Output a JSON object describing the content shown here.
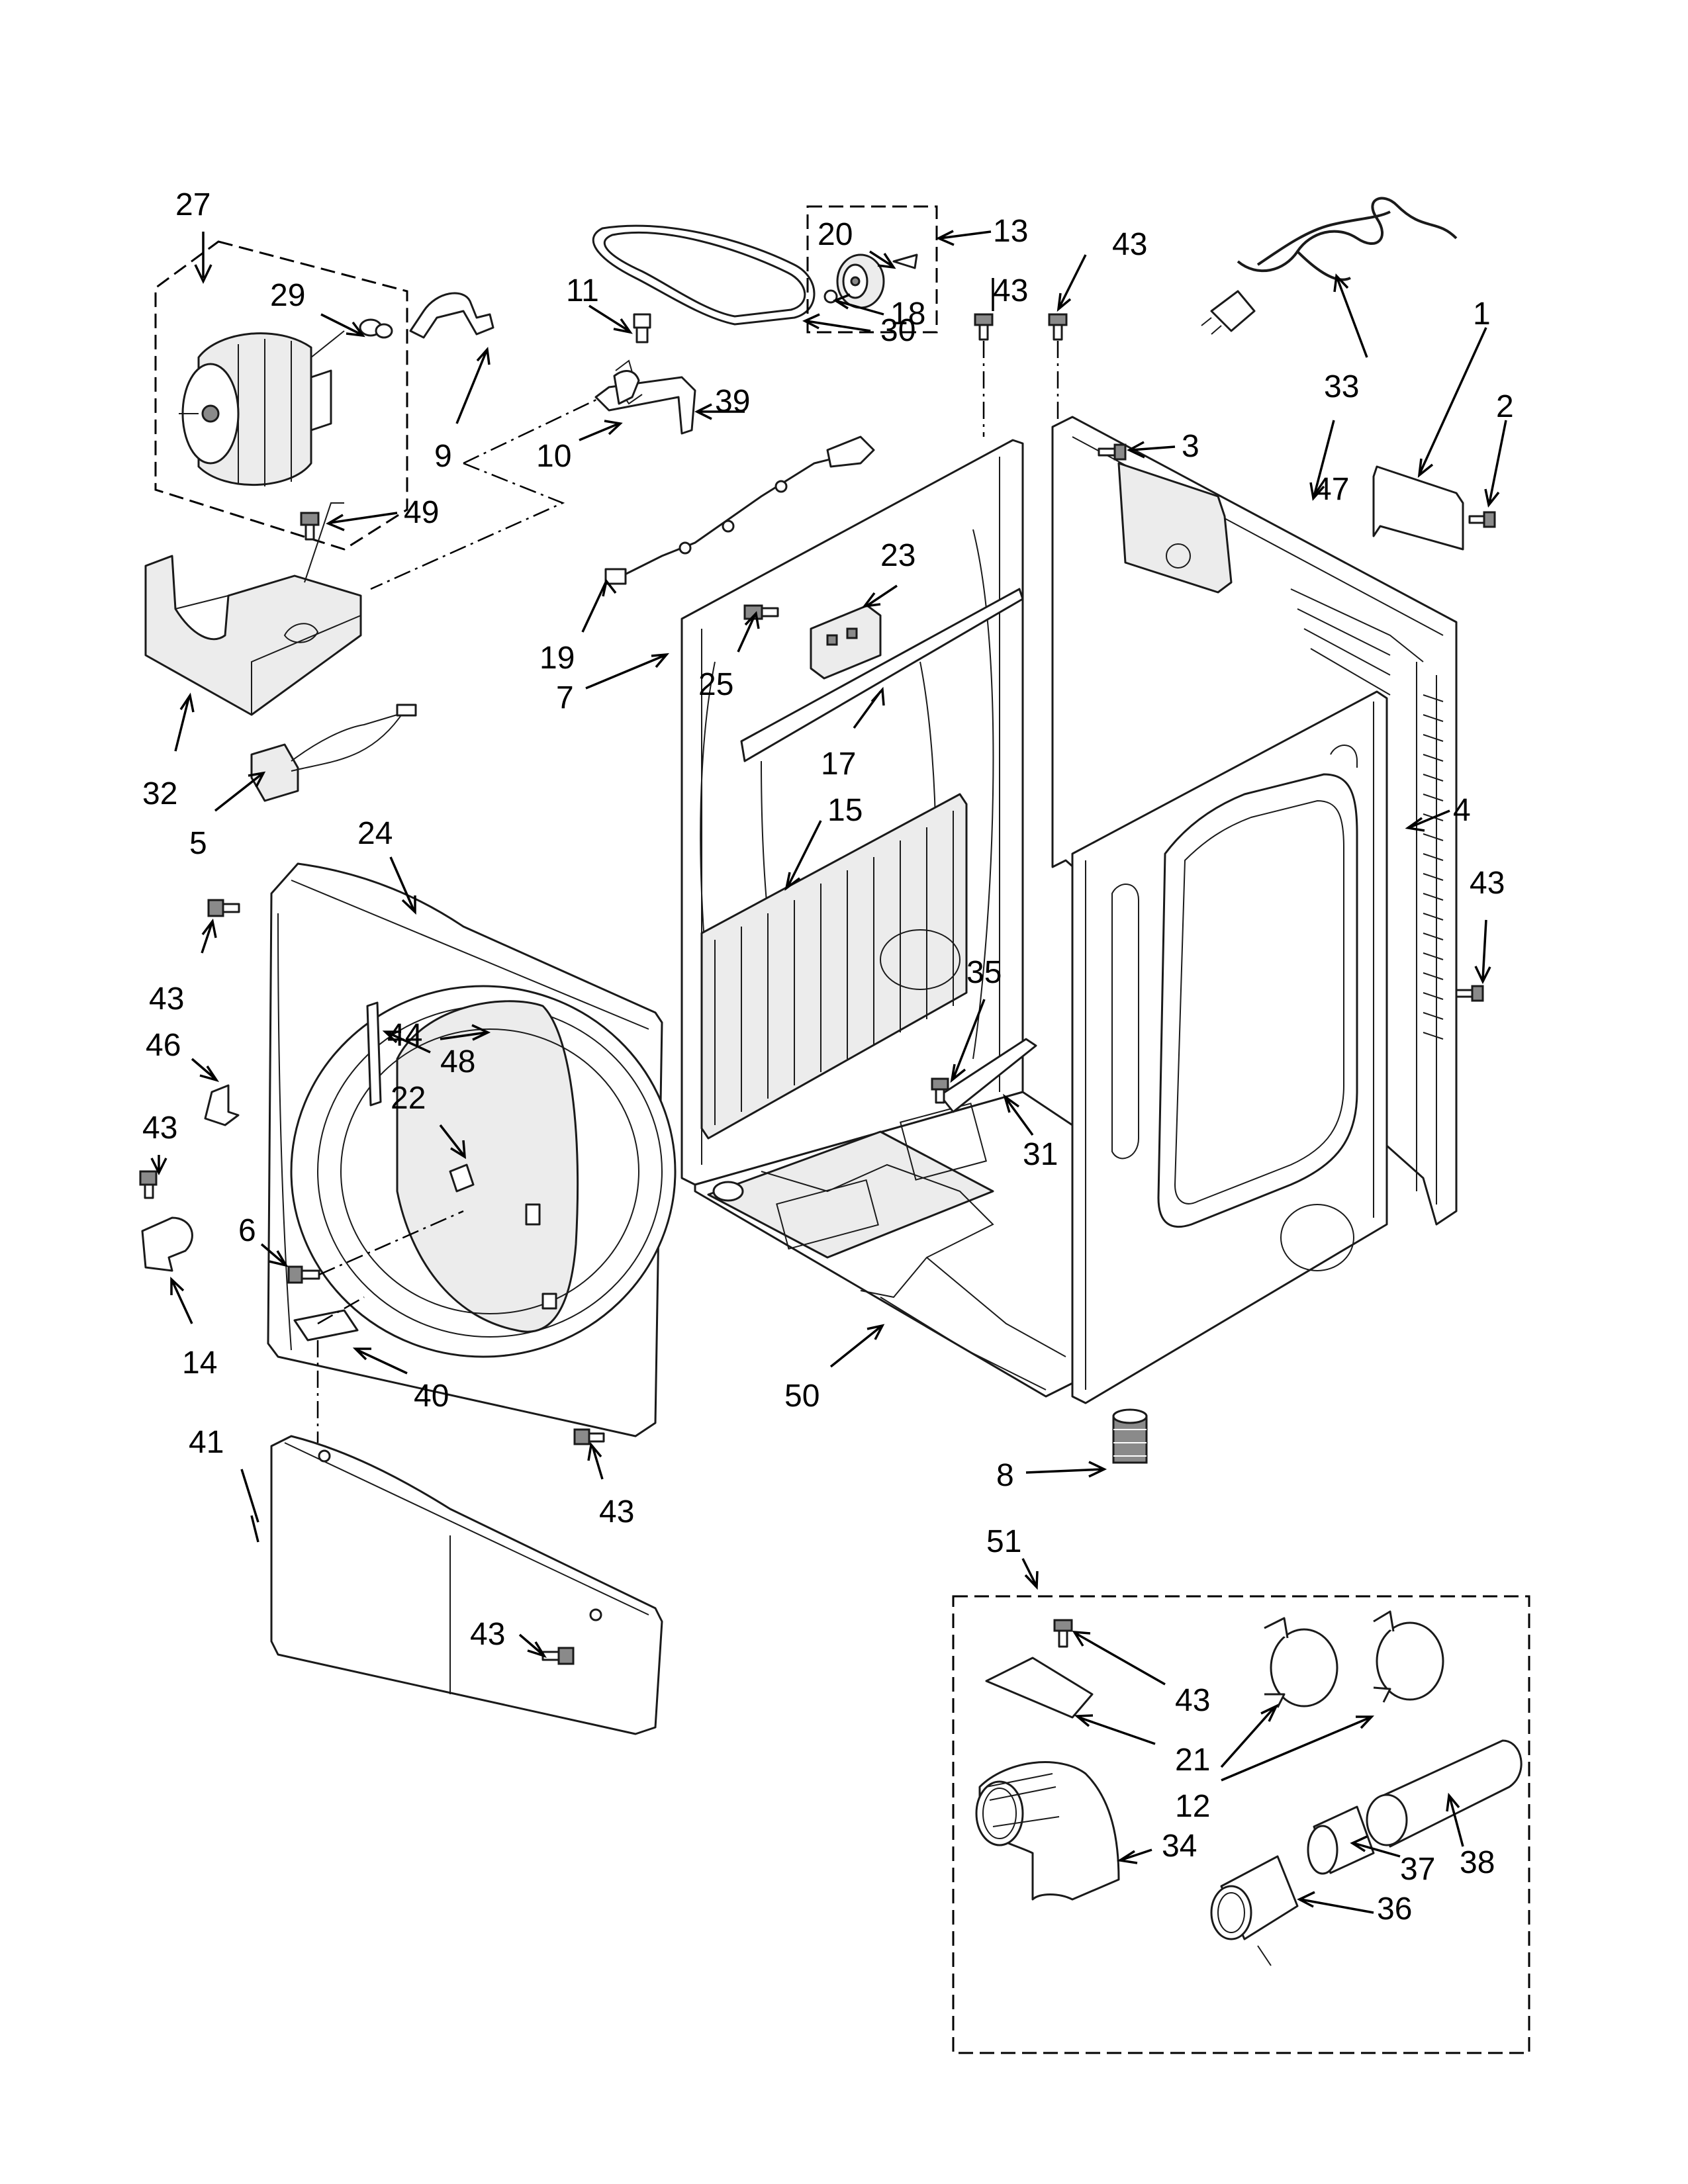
{
  "callouts": {
    "c27": "27",
    "c29": "29",
    "c9": "9",
    "c49": "49",
    "c32": "32",
    "c5": "5",
    "c11": "11",
    "c10": "10",
    "c39": "39",
    "c30": "30",
    "c20": "20",
    "c18": "18",
    "c13": "13",
    "c43_top_mid": "43",
    "c43_top_right": "43",
    "c33": "33",
    "c3": "3",
    "c1": "1",
    "c2": "2",
    "c47": "47",
    "c23": "23",
    "c19": "19",
    "c25": "25",
    "c7": "7",
    "c17": "17",
    "c15": "15",
    "c4": "4",
    "c43_right_side": "43",
    "c24": "24",
    "c43_front_left": "43",
    "c46": "46",
    "c43_left_clip": "43",
    "c44": "44",
    "c48": "48",
    "c22": "22",
    "c6": "6",
    "c14": "14",
    "c40": "40",
    "c41": "41",
    "c43_front_bottom": "43",
    "c43_panel": "43",
    "c35": "35",
    "c31": "31",
    "c50": "50",
    "c8": "8",
    "c51": "51",
    "c43_kit": "43",
    "c21": "21",
    "c12": "12",
    "c34": "34",
    "c37": "37",
    "c38": "38",
    "c36": "36"
  }
}
